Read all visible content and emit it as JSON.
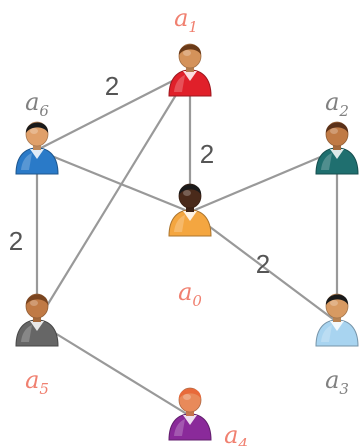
{
  "graph": {
    "nodes": [
      {
        "id": "a0",
        "letter": "a",
        "index": "0",
        "label_color": "#f08070",
        "shirt": "#f4a640",
        "skin": "#4a2a1a",
        "hair": "#1a1a1a"
      },
      {
        "id": "a1",
        "letter": "a",
        "index": "1",
        "label_color": "#f08070",
        "shirt": "#e0202a",
        "skin": "#d4925a",
        "hair": "#6a3a18"
      },
      {
        "id": "a2",
        "letter": "a",
        "index": "2",
        "label_color": "#808080",
        "shirt": "#1f6f6f",
        "skin": "#c07a45",
        "hair": "#5a3018"
      },
      {
        "id": "a3",
        "letter": "a",
        "index": "3",
        "label_color": "#808080",
        "shirt": "#a8d4f0",
        "skin": "#d89a62",
        "hair": "#1a1a1a"
      },
      {
        "id": "a4",
        "letter": "a",
        "index": "4",
        "label_color": "#f08070",
        "shirt": "#8a2a9a",
        "skin": "#e88a5a",
        "hair": "#e86a3a"
      },
      {
        "id": "a5",
        "letter": "a",
        "index": "5",
        "label_color": "#f08070",
        "shirt": "#666666",
        "skin": "#c07a45",
        "hair": "#7a4520"
      },
      {
        "id": "a6",
        "letter": "a",
        "index": "6",
        "label_color": "#808080",
        "shirt": "#2a7ac8",
        "skin": "#e0a06a",
        "hair": "#1a1a1a"
      }
    ],
    "edges": [
      {
        "from": "a1",
        "to": "a6",
        "label": "2"
      },
      {
        "from": "a1",
        "to": "a0",
        "label": "2"
      },
      {
        "from": "a1",
        "to": "a5",
        "label": ""
      },
      {
        "from": "a6",
        "to": "a0",
        "label": ""
      },
      {
        "from": "a6",
        "to": "a5",
        "label": "2"
      },
      {
        "from": "a2",
        "to": "a0",
        "label": ""
      },
      {
        "from": "a2",
        "to": "a3",
        "label": ""
      },
      {
        "from": "a0",
        "to": "a3",
        "label": "2"
      },
      {
        "from": "a5",
        "to": "a4",
        "label": ""
      }
    ],
    "edge_color": "#999999"
  }
}
